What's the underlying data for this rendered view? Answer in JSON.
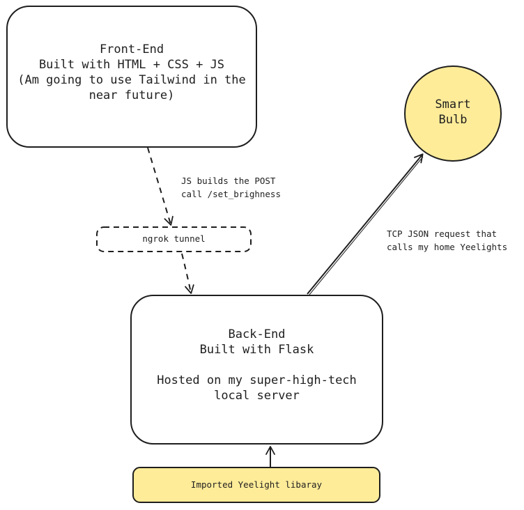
{
  "nodes": {
    "frontend": {
      "text": "Front-End\nBuilt with HTML + CSS + JS\n(Am going to use Tailwind in the\nnear future)"
    },
    "smart_bulb": {
      "text": "Smart\nBulb",
      "fill": "#ffec99"
    },
    "ngrok": {
      "text": "ngrok tunnel"
    },
    "backend": {
      "text": "Back-End\nBuilt with Flask\n\nHosted on my super-high-tech\nlocal server"
    },
    "library": {
      "text": "Imported Yeelight libaray",
      "fill": "#ffec99"
    }
  },
  "edges": {
    "frontend_to_ngrok": {
      "label": "JS builds the POST\ncall /set_brighness"
    },
    "backend_to_bulb": {
      "label": "TCP JSON request that\ncalls my home  Yeelights"
    }
  },
  "colors": {
    "stroke": "#1e1e1e",
    "accent_fill": "#ffec99"
  }
}
